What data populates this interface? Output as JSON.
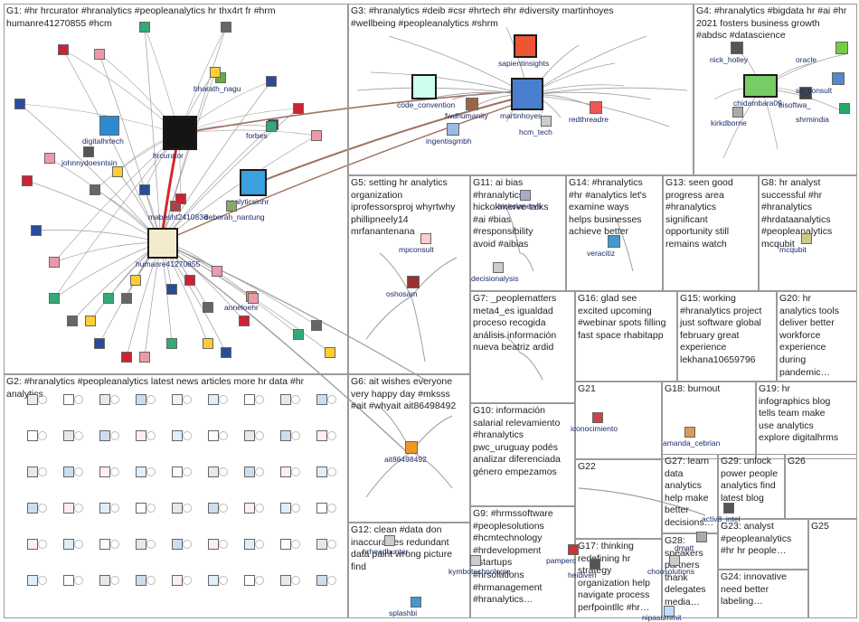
{
  "groups": [
    {
      "id": "G1",
      "text": "G1: #hr hrcurator #hranalytics #peopleanalytics hr thx4rt fr #hrm\nhumanre41270855 #hcm"
    },
    {
      "id": "G2",
      "text": "G2: #hranalytics #peopleanalytics latest news articles more hr data #hr\nanalytics"
    },
    {
      "id": "G3",
      "text": "G3: #hranalytics #deib #csr #hrtech #hr #diversity martinhoyes\n#wellbeing #peopleanalytics #shrm"
    },
    {
      "id": "G4",
      "text": "G4: #hranalytics #bigdata hr #ai #hr\n2021 fosters business growth\n#abdsc #datascience"
    },
    {
      "id": "G5",
      "text": "G5: setting hr analytics\norganization\niprofessorsproj whyrtwhy\nphillipneely14\nmrfanantenana"
    },
    {
      "id": "G6",
      "text": "G6: ait wishes everyone\nvery happy day #mksss\n#ait #whyait ait86498492"
    },
    {
      "id": "G7",
      "text": "G7: _peoplematters\nmeta4_es igualdad\nproceso recogida\nanálisis información\nnueva beatriz ardid"
    },
    {
      "id": "G8",
      "text": "G8: hr analyst\nsuccessful #hr\n#hranalytics\n#hrdataanalytics\n#peopleanalytics\nmcqubit"
    },
    {
      "id": "G9",
      "text": "G9: #hrmssoftware\n#peoplesolutions\n#hcmtechnology\n#hrdevelopment\n#startups\n#hrsolutions\n#hrmanagement\n#hranalytics…"
    },
    {
      "id": "G10",
      "text": "G10: información\nsalarial relevamiento\n#hranalytics\npwc_uruguay podés\nanalizar diferenciada\ngénero empezamos"
    },
    {
      "id": "G11",
      "text": "G11: ai bias\n#hranalytics\nhickokmerve talks\n#ai #bias\n#responsibility\navoid #aibias"
    },
    {
      "id": "G12",
      "text": "G12: clean #data don\ninaccuracies redundant\ndata paint wrong picture\nfind"
    },
    {
      "id": "G13",
      "text": "G13: seen good\nprogress area\n#hranalytics\nsignificant\nopportunity still\nremains watch"
    },
    {
      "id": "G14",
      "text": "G14: #hranalytics\n#hr #analytics let's\nexamine ways\nhelps businesses\nachieve better"
    },
    {
      "id": "G15",
      "text": "G15: working\n#hranalytics project\njust software global\nfebruary great\nexperience\nlekhana10659796"
    },
    {
      "id": "G16",
      "text": "G16: glad see\nexcited upcoming\n#webinar spots filling\nfast space rhabitapp"
    },
    {
      "id": "G17",
      "text": "G17: thinking\nredefining hr\nstrategy\norganization help\nnavigate process\nperfpointllc #hr…"
    },
    {
      "id": "G18",
      "text": "G18: burnout"
    },
    {
      "id": "G19",
      "text": "G19: hr\ninfographics blog\ntells team make\nuse analytics\nexplore digitalhrms"
    },
    {
      "id": "G20",
      "text": "G20: hr\nanalytics tools\ndeliver better\nworkforce\nexperience\nduring\npandemic…"
    },
    {
      "id": "G21",
      "text": "G21"
    },
    {
      "id": "G22",
      "text": "G22"
    },
    {
      "id": "G23",
      "text": "G23: analyst\n#peopleanalytics\n#hr hr people…"
    },
    {
      "id": "G24",
      "text": "G24: innovative\nneed better\nlabeling…"
    },
    {
      "id": "G25",
      "text": "G25"
    },
    {
      "id": "G26",
      "text": "G26"
    },
    {
      "id": "G27",
      "text": "G27: learn\ndata\nanalytics\nhelp make\nbetter\ndecisions…"
    },
    {
      "id": "G28",
      "text": "G28:\nspeakers\npartners\nthank\ndelegates\nmedia…"
    },
    {
      "id": "G29",
      "text": "G29: unlock\npower people\nanalytics find\nlatest blog"
    }
  ],
  "node_labels": [
    "humanre41270855",
    "hrcurator",
    "analyticsinhr",
    "digitalhrtech",
    "johnnydoesntsin",
    "bharath_nagu",
    "forbes",
    "mabesht2410836",
    "deborah_nantung",
    "anneloehr",
    "sapientinsights",
    "code_convention",
    "fwdhumanity",
    "martinhoyes",
    "ingentisgmbh",
    "hcm_tech",
    "redthreadre",
    "nick_holley",
    "oracle",
    "bisoftwa_",
    "ss_consult",
    "chidambara09",
    "shrmindia",
    "kirkdborne",
    "oshosam",
    "ait86498492",
    "decisionalysis",
    "veracitiz",
    "hickokmerve",
    "iconocimiento",
    "amanda_cebrian",
    "splashbi",
    "hrheadhunter",
    "heidiverl",
    "pamperc",
    "activ8_intel",
    "dmatt",
    "choosolutions",
    "mcqubit",
    "nipasummit",
    "mpconsult",
    "kymbotechnologie"
  ],
  "colors": {
    "edge": "#9e9e9e",
    "edge_red": "#d32a2a",
    "edge_brown": "#a07060",
    "border": "#9a9a9a"
  }
}
